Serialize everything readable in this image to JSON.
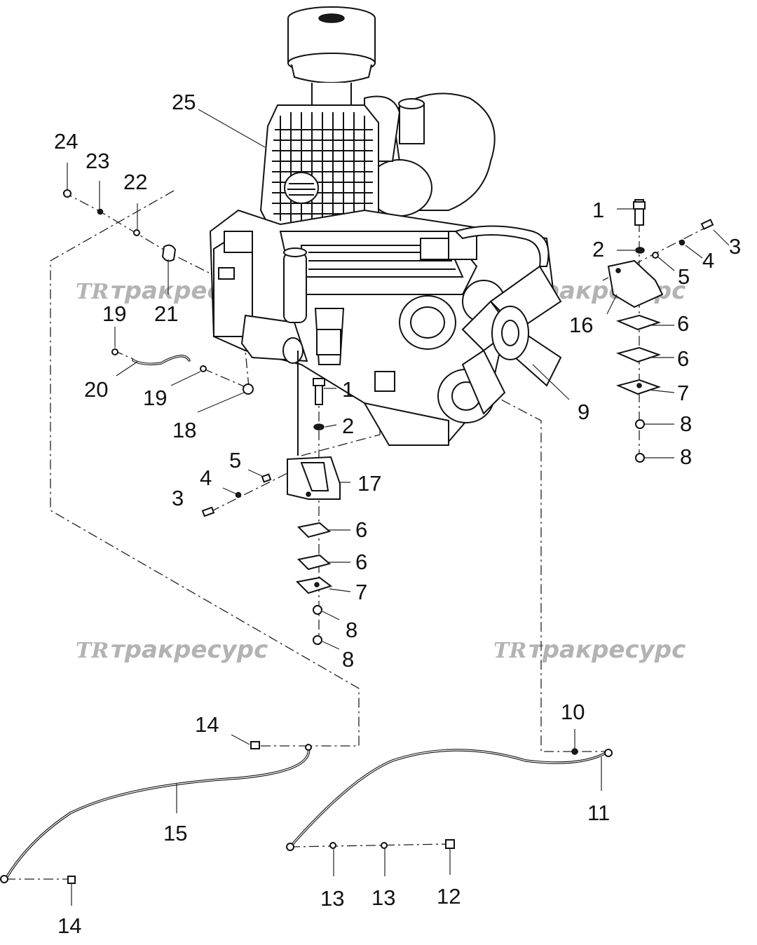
{
  "watermark": {
    "text": "тракресурс",
    "logo": "TR"
  },
  "callouts": {
    "c1_right": "1",
    "c2_right": "2",
    "c3_right": "3",
    "c4_right": "4",
    "c5_right": "5",
    "c16": "16",
    "c6_right_a": "6",
    "c6_right_b": "6",
    "c7_right": "7",
    "c8_right_a": "8",
    "c8_right_b": "8",
    "c9": "9",
    "c25": "25",
    "c24": "24",
    "c23": "23",
    "c22": "22",
    "c21": "21",
    "c19_a": "19",
    "c20": "20",
    "c19_b": "19",
    "c18": "18",
    "c1_center": "1",
    "c2_center": "2",
    "c5_center": "5",
    "c4_center": "4",
    "c3_center": "3",
    "c17": "17",
    "c6_center_a": "6",
    "c6_center_b": "6",
    "c7_center": "7",
    "c8_center_a": "8",
    "c8_center_b": "8",
    "c10": "10",
    "c11": "11",
    "c13_a": "13",
    "c13_b": "13",
    "c12": "12",
    "c14_top": "14",
    "c15": "15",
    "c14_bottom": "14"
  }
}
